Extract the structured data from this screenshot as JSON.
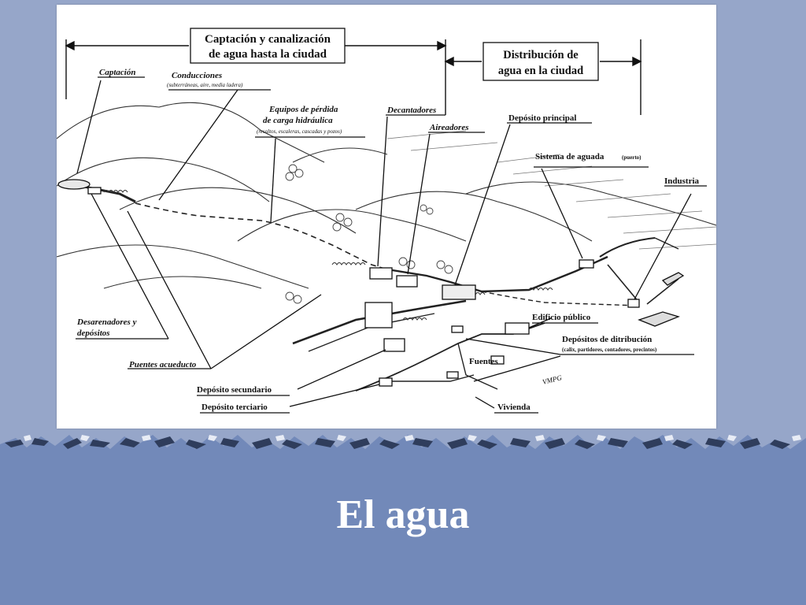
{
  "slide": {
    "title": "El agua"
  },
  "diagram": {
    "section_left": {
      "line1": "Captación y canalización",
      "line2": "de agua  hasta la ciudad"
    },
    "section_right": {
      "line1": "Distribución de",
      "line2": "agua en la ciudad"
    },
    "labels": {
      "captacion": "Captación",
      "conducciones": "Conducciones",
      "conducciones_sub": "(subterráneas, aire, media ladera)",
      "equipos_1": "Equipos de pérdida",
      "equipos_2": "de carga hidráulica",
      "equipos_sub": "(resaltos, escaleras, cascadas y pozos)",
      "decantadores": "Decantadores",
      "aireadores": "Aireadores",
      "deposito_principal": "Depósito principal",
      "sistema_aguada": "Sistema de aguada",
      "sistema_aguada_sub": "(puerto)",
      "industria": "Industria",
      "desarenadores_1": "Desarenadores y",
      "desarenadores_2": "depósitos",
      "edificio_publico": "Edificio público",
      "depositos_distribucion": "Depósitos de ditribución",
      "depositos_distribucion_sub": "(calix, partidores, contadores, precintos)",
      "fuentes": "Fuentes",
      "puentes_acueducto": "Puentes acueducto",
      "deposito_secundario": "Depósito secundario",
      "deposito_terciario": "Depósito terciario",
      "vivienda": "Vivienda",
      "signature": "VMPG"
    }
  },
  "colors": {
    "background": "#96a6c9",
    "panel": "#7289b9",
    "title": "#ffffff"
  }
}
